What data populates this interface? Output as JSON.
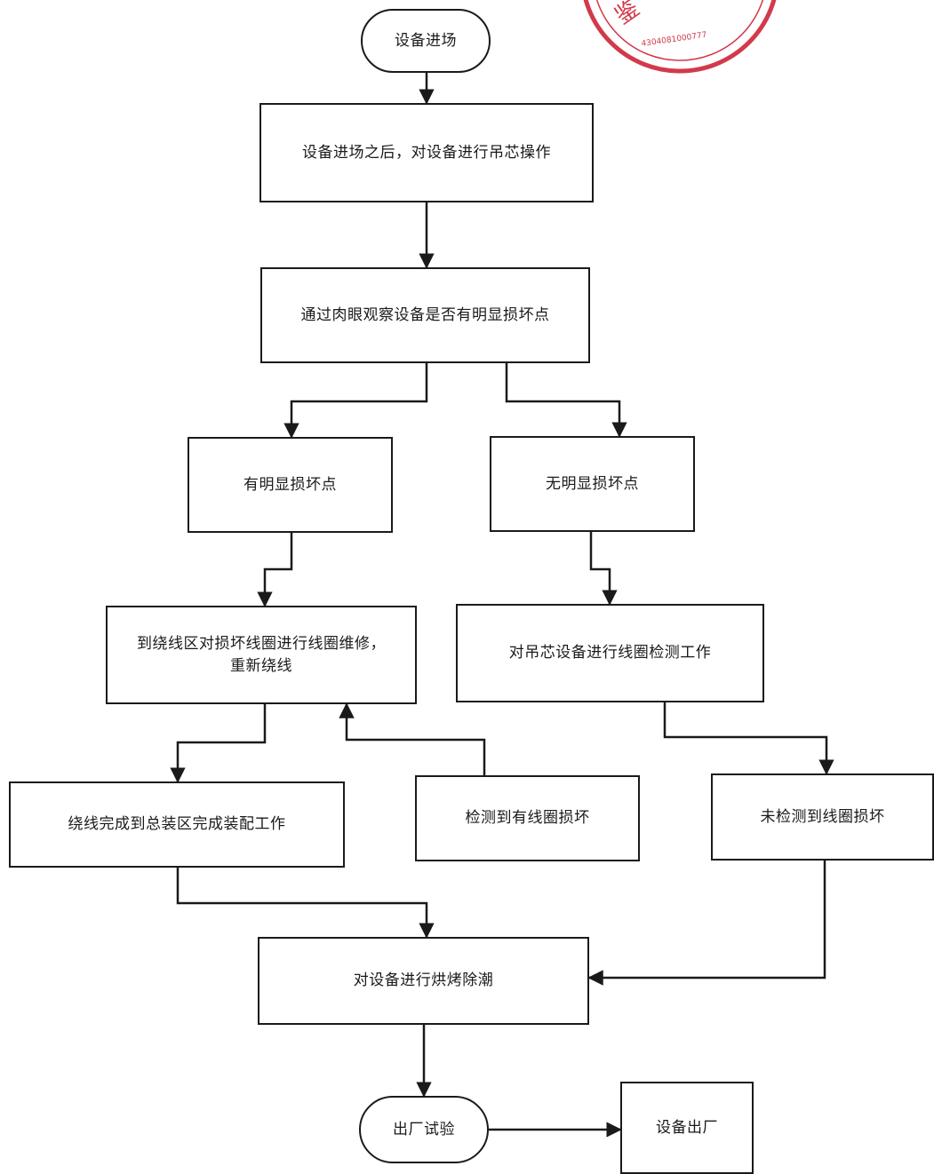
{
  "seal": {
    "color": "#d23a4a",
    "glyph": "鉴",
    "serial": "4304081000777"
  },
  "nodes": {
    "n1": "设备进场",
    "n2": "设备进场之后，对设备进行吊芯操作",
    "n3": "通过肉眼观察设备是否有明显损坏点",
    "n4": "有明显损坏点",
    "n5": "无明显损坏点",
    "n6": "到绕线区对损坏线圈进行线圈维修，\n重新绕线",
    "n7": "对吊芯设备进行线圈检测工作",
    "n8": "绕线完成到总装区完成装配工作",
    "n9": "检测到有线圈损坏",
    "n10": "未检测到线圈损坏",
    "n11": "对设备进行烘烤除潮",
    "n12": "出厂试验",
    "n13": "设备出厂"
  },
  "edges": [
    {
      "from": "n1",
      "to": "n2"
    },
    {
      "from": "n2",
      "to": "n3"
    },
    {
      "from": "n3",
      "to": "n4"
    },
    {
      "from": "n3",
      "to": "n5"
    },
    {
      "from": "n4",
      "to": "n6"
    },
    {
      "from": "n5",
      "to": "n7"
    },
    {
      "from": "n6",
      "to": "n8"
    },
    {
      "from": "n9",
      "to": "n6"
    },
    {
      "from": "n7",
      "to": "n10"
    },
    {
      "from": "n8",
      "to": "n11"
    },
    {
      "from": "n10",
      "to": "n11"
    },
    {
      "from": "n11",
      "to": "n12"
    },
    {
      "from": "n12",
      "to": "n13"
    }
  ]
}
